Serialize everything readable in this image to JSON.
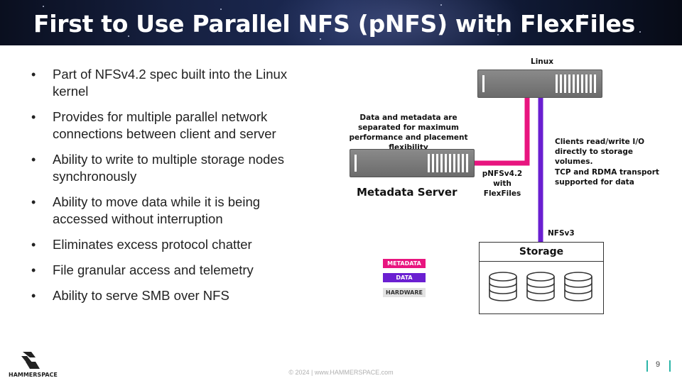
{
  "title": "First to Use Parallel NFS (pNFS) with FlexFiles",
  "bullets": [
    "Part of NFSv4.2 spec built into the Linux kernel",
    "Provides for multiple parallel network connections between client and server",
    "Ability to write to multiple storage nodes synchronously",
    "Ability to move data while it is being accessed without interruption",
    "Eliminates excess protocol chatter",
    "File granular access and telemetry",
    "Ability to serve SMB over NFS"
  ],
  "diagram": {
    "linux_label": "Linux",
    "metadata_note": "Data and metadata are separated for maximum performance and placement flexibility",
    "metadata_server_label": "Metadata Server",
    "pnfs_label": "pNFSv4.2 with FlexFiles",
    "clients_note": "Clients read/write I/O directly to storage volumes.",
    "transport_note": "TCP and RDMA transport supported for data",
    "nfsv3_label": "NFSv3",
    "storage_label": "Storage",
    "legend": [
      {
        "label": "METADATA",
        "color": "#e8157f",
        "text_color": "#ffffff"
      },
      {
        "label": "DATA",
        "color": "#6a1fd1",
        "text_color": "#ffffff"
      },
      {
        "label": "HARDWARE",
        "color": "#e2e2e2",
        "text_color": "#333333"
      }
    ],
    "colors": {
      "metadata": "#e8157f",
      "data": "#6a1fd1",
      "server": "#777777"
    }
  },
  "footer": {
    "copyright": "© 2024 | www.HAMMERSPACE.com",
    "logo_text": "HAMMERSPACE",
    "page_number": "9"
  }
}
